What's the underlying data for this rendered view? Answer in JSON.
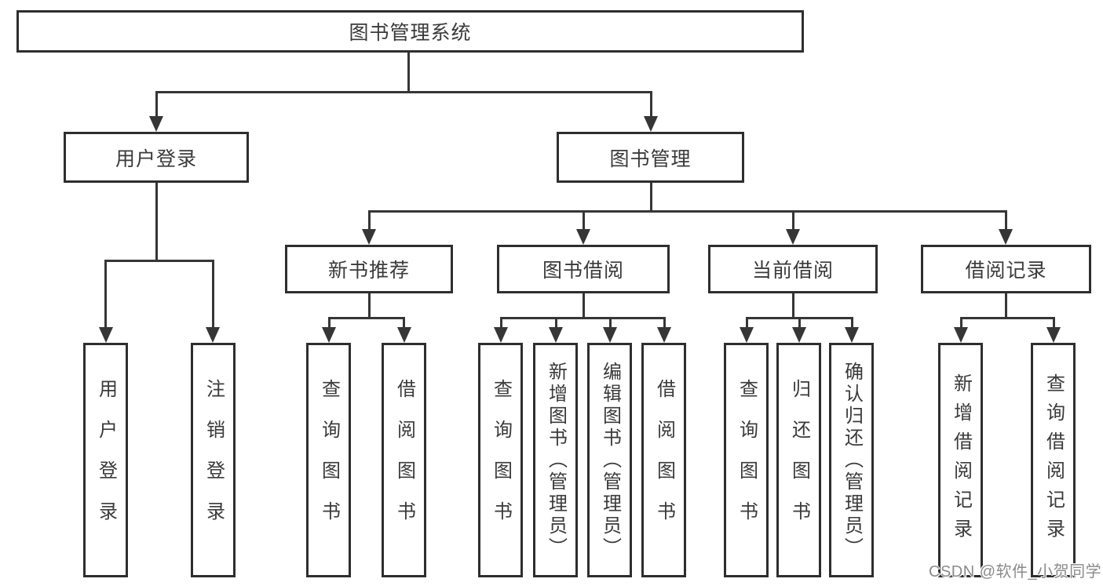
{
  "tree": {
    "root": "图书管理系统",
    "branches": [
      {
        "label": "用户登录",
        "children": [
          "用户登录",
          "注销登录"
        ]
      },
      {
        "label": "图书管理",
        "children": [
          {
            "label": "新书推荐",
            "children": [
              "查询图书",
              "借阅图书"
            ]
          },
          {
            "label": "图书借阅",
            "children": [
              "查询图书",
              "新增图书（管理员）",
              "编辑图书（管理员）",
              "借阅图书"
            ]
          },
          {
            "label": "当前借阅",
            "children": [
              "查询图书",
              "归还图书",
              "确认归还（管理员）"
            ]
          },
          {
            "label": "借阅记录",
            "children": [
              "新增借阅记录",
              "查询借阅记录"
            ]
          }
        ]
      }
    ]
  },
  "watermark": "CSDN @软件_小贺同学",
  "colors": {
    "line": "#363636",
    "border": "#2e2e2e",
    "text": "#3a3a3a",
    "watermark": "#8a8a8a",
    "background": "#ffffff"
  }
}
